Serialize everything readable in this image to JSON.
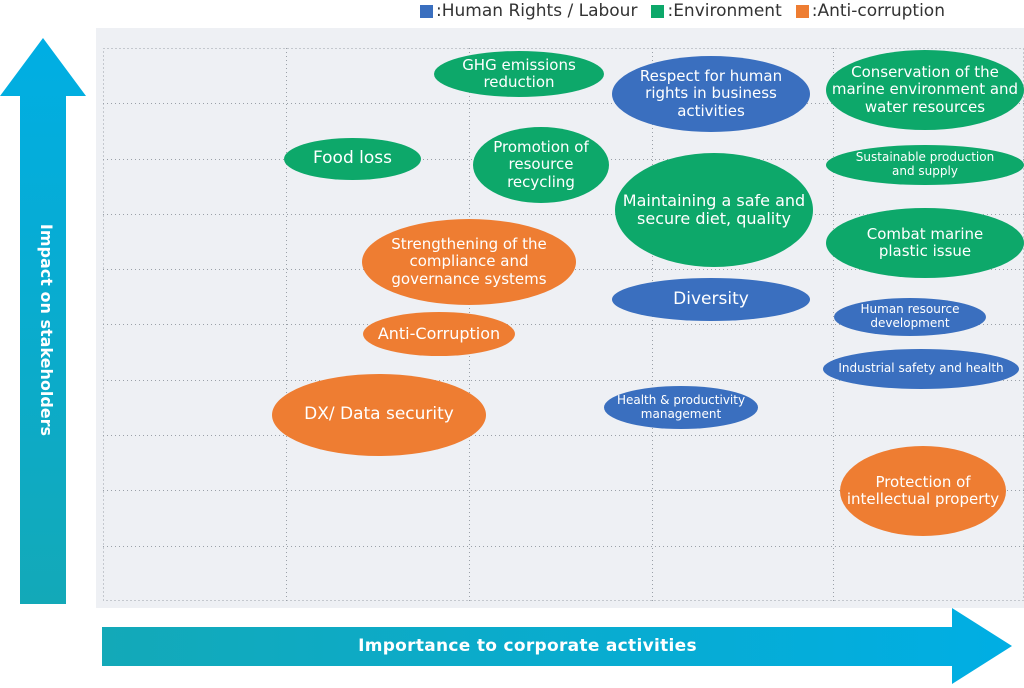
{
  "legend": {
    "items": [
      {
        "label": "Human Rights / Labour",
        "color": "#3a6fbf"
      },
      {
        "label": "Environment",
        "color": "#0da86a"
      },
      {
        "label": "Anti-corruption",
        "color": "#ee7d32"
      }
    ]
  },
  "axes": {
    "y_label": "Impact on stakeholders",
    "x_label": "Importance to corporate activities"
  },
  "colors": {
    "human_rights": "#3a6fbf",
    "environment": "#0da86a",
    "anti_corruption": "#ee7d32",
    "arrow_top": "#00aee4",
    "arrow_bottom": "#13a9b8"
  },
  "topics": {
    "ghg": "GHG emissions reduction",
    "respect_rights": "Respect for human rights in business activities",
    "conservation_marine": "Conservation of the marine environment and water resources",
    "food_loss": "Food loss",
    "resource_recycling": "Promotion of resource recycling",
    "sustainable_production": "Sustainable production and supply",
    "safe_diet": "Maintaining a safe and secure diet, quality",
    "marine_plastic": "Combat marine plastic issue",
    "compliance": "Strengthening of the compliance and governance systems",
    "diversity": "Diversity",
    "human_resource": "Human resource development",
    "anti_corruption": "Anti-Corruption",
    "industrial_safety": "Industrial safety and health",
    "dx_security": "DX/ Data security",
    "health_productivity": "Health & productivity management",
    "ip_protection": "Protection of intellectual property"
  }
}
